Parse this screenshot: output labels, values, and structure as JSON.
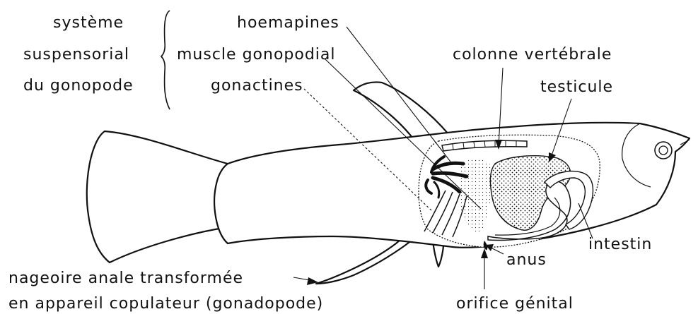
{
  "labels": {
    "systeme_line1": "système",
    "systeme_line2": "suspensorial",
    "systeme_line3": "du gonopode",
    "hoemapines": "hoemapines",
    "muscle_gonopodial": "muscle gonopodial",
    "gonactines": "gonactines",
    "colonne_vertebrale": "colonne vertébrale",
    "testicule": "testicule",
    "intestin": "intestin",
    "anus": "anus",
    "nageoire_line1": "nageoire anale transformée",
    "nageoire_line2": "en appareil copulateur (gonadopode)",
    "orifice_genital": "orifice génital"
  },
  "colors": {
    "ink": "#111111",
    "paper": "#ffffff"
  }
}
